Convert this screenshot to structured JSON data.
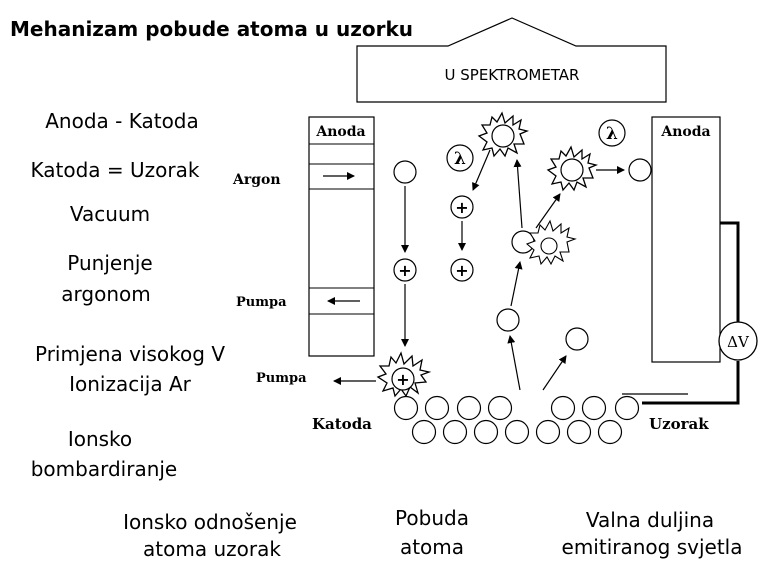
{
  "title": "Mehanizam pobude atoma u uzorku",
  "spectrometer_label": "U SPEKTROMETAR",
  "steps": {
    "anoda_katoda": "Anoda - Katoda",
    "katoda_uzorak": "Katoda = Uzorak",
    "vacuum": "Vacuum",
    "punjenje_1": "Punjenje",
    "punjenje_2": "argonom",
    "primjena_1": "Primjena visokog V",
    "primjena_2": "Ionizacija Ar",
    "ionsko_1": "Ionsko",
    "ionsko_2": "bombardiranje"
  },
  "diagram": {
    "anoda_left": "Anoda",
    "anoda_right": "Anoda",
    "argon": "Argon",
    "pumpa_1": "Pumpa",
    "pumpa_2": "Pumpa",
    "katoda": "Katoda",
    "uzorak": "Uzorak",
    "voltage": "ΔV",
    "lambda_1": "λ",
    "lambda_2": "λ",
    "plus": "+"
  },
  "captions": {
    "c1_line1": "Ionsko odnošenje",
    "c1_line2": "atoma uzorak",
    "c2_line1": "Pobuda",
    "c2_line2": "atoma",
    "c3_line1": "Valna duljina",
    "c3_line2": "emitiranog svjetla"
  },
  "colors": {
    "ink": "#000000",
    "paper": "#ffffff"
  }
}
